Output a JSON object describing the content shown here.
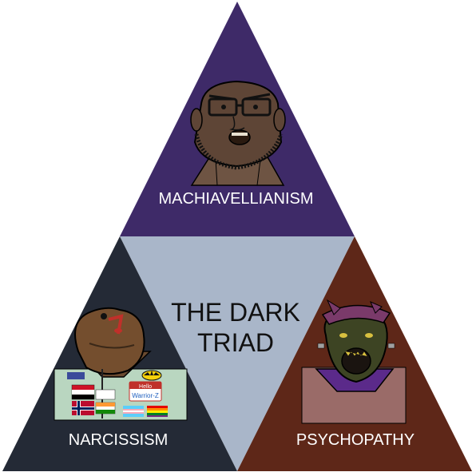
{
  "title_line1": "THE DARK",
  "title_line2": "TRIAD",
  "traits": {
    "top": "MACHIAVELLIANISM",
    "left": "NARCISSISM",
    "right": "PSYCHOPATHY"
  },
  "badges": {
    "hello_line1": "Hello",
    "name_tag": "Warrior-Z"
  },
  "colors": {
    "machiavellianism": "#3e2a68",
    "narcissism": "#242a36",
    "psychopathy": "#5e2718",
    "center": "#a9b6c9",
    "label_text": "#ffffff",
    "title_text": "#111111"
  },
  "icons": {
    "top": "bearded-man-with-glasses-icon",
    "left": "uniformed-man-with-flags-icon",
    "right": "monster-with-hat-icon"
  }
}
